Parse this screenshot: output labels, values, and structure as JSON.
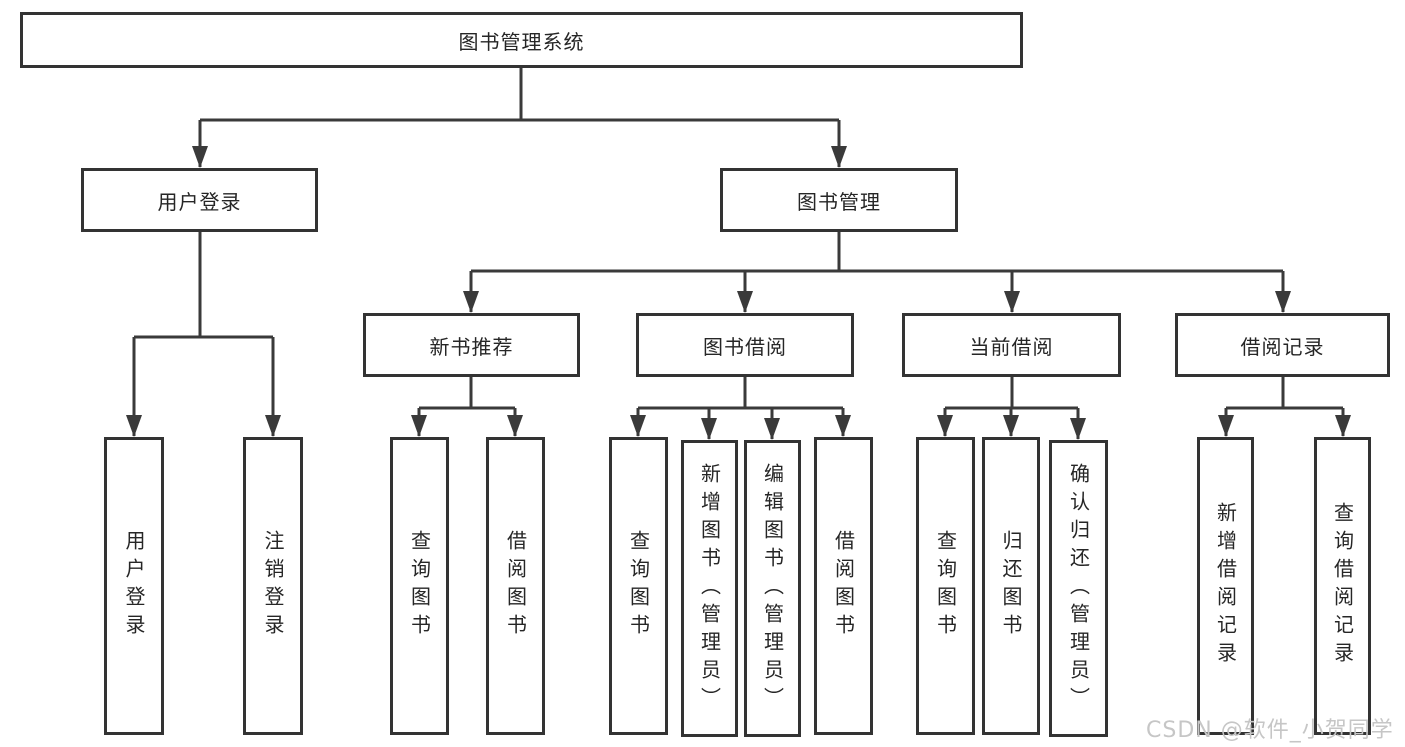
{
  "tree": {
    "label": "图书管理系统",
    "children": [
      {
        "label": "用户登录",
        "children": [
          {
            "label": "用户登录"
          },
          {
            "label": "注销登录"
          }
        ]
      },
      {
        "label": "图书管理",
        "children": [
          {
            "label": "新书推荐",
            "children": [
              {
                "label": "查询图书"
              },
              {
                "label": "借阅图书"
              }
            ]
          },
          {
            "label": "图书借阅",
            "children": [
              {
                "label": "查询图书"
              },
              {
                "label": "新增图书（管理员）"
              },
              {
                "label": "编辑图书（管理员）"
              },
              {
                "label": "借阅图书"
              }
            ]
          },
          {
            "label": "当前借阅",
            "children": [
              {
                "label": "查询图书"
              },
              {
                "label": "归还图书"
              },
              {
                "label": "确认归还（管理员）"
              }
            ]
          },
          {
            "label": "借阅记录",
            "children": [
              {
                "label": "新增借阅记录"
              },
              {
                "label": "查询借阅记录"
              }
            ]
          }
        ]
      }
    ]
  },
  "watermark": {
    "text": "CSDN @软件_小贺同学"
  },
  "colors": {
    "line": "#3a3a3a",
    "border": "#333333",
    "text": "#262626",
    "watermark": "#c6c6c6",
    "background": "#ffffff"
  }
}
